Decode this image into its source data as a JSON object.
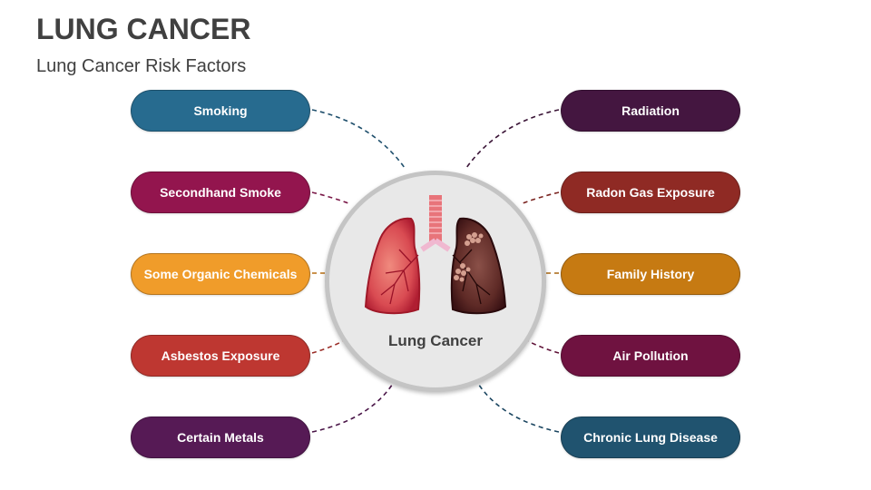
{
  "header": {
    "title": "LUNG CANCER",
    "subtitle": "Lung Cancer Risk Factors"
  },
  "center": {
    "label": "Lung Cancer",
    "icon": "lungs-icon"
  },
  "risk_factors": {
    "left": [
      {
        "label": "Smoking",
        "color": "#276b8f"
      },
      {
        "label": "Secondhand Smoke",
        "color": "#93154e"
      },
      {
        "label": "Some Organic Chemicals",
        "color": "#f09c2a"
      },
      {
        "label": "Asbestos Exposure",
        "color": "#be3731"
      },
      {
        "label": "Certain Metals",
        "color": "#561a55"
      }
    ],
    "right": [
      {
        "label": "Radiation",
        "color": "#441640"
      },
      {
        "label": "Radon Gas Exposure",
        "color": "#8f2a24"
      },
      {
        "label": "Family History",
        "color": "#c67a12"
      },
      {
        "label": "Air Pollution",
        "color": "#6f1240"
      },
      {
        "label": "Chronic Lung Disease",
        "color": "#20536f"
      }
    ]
  }
}
